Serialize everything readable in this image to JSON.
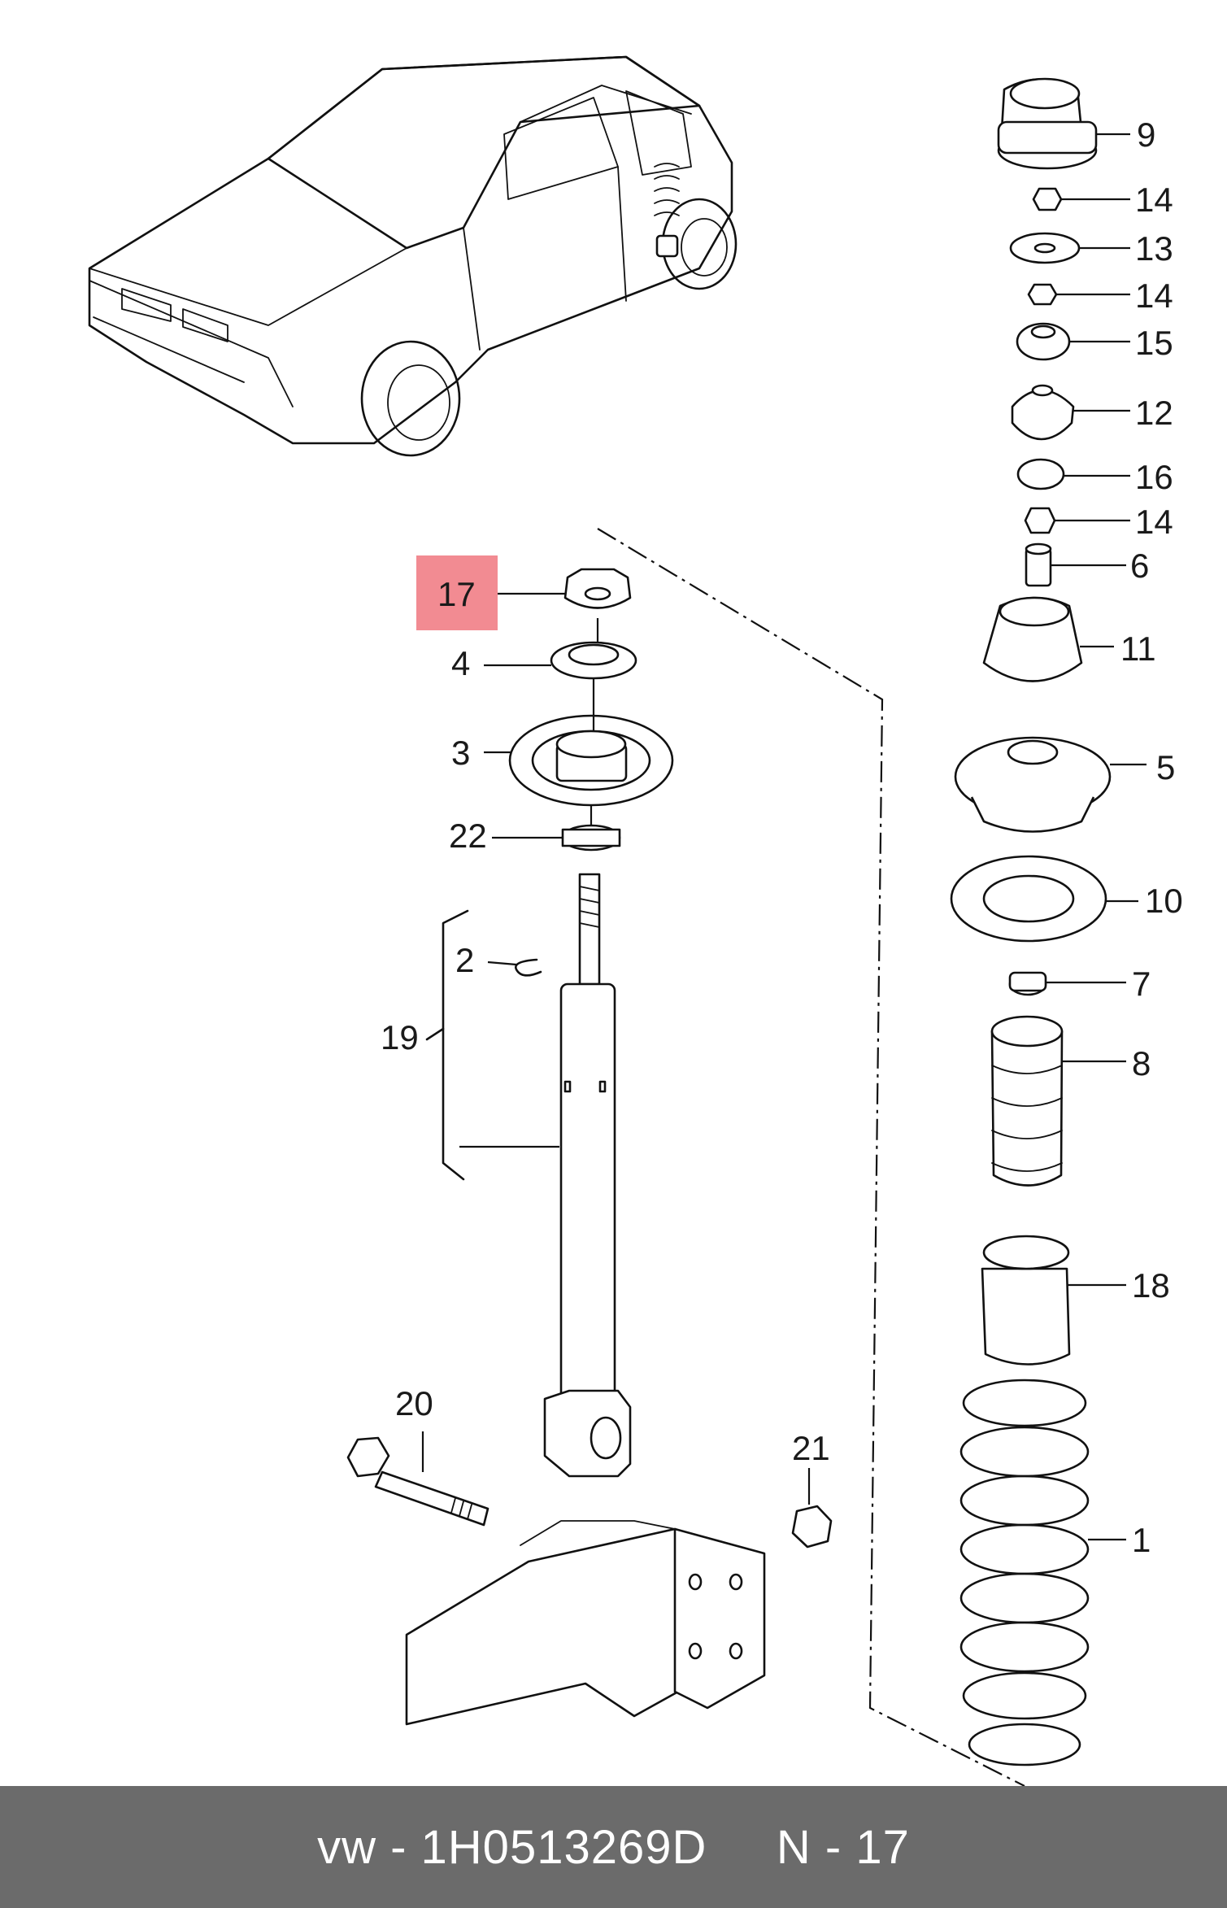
{
  "callouts": {
    "c9": "9",
    "c14a": "14",
    "c13": "13",
    "c14b": "14",
    "c15": "15",
    "c12": "12",
    "c16": "16",
    "c14c": "14",
    "c6": "6",
    "c11": "11",
    "c5": "5",
    "c10": "10",
    "c7": "7",
    "c8": "8",
    "c18": "18",
    "c1": "1",
    "c17": "17",
    "c4": "4",
    "c3": "3",
    "c22": "22",
    "c2": "2",
    "c19": "19",
    "c20": "20",
    "c21": "21"
  },
  "highlighted_part": "17",
  "colors": {
    "highlight": "#f28b92",
    "footer_bg": "#6b6b6b",
    "footer_text": "#ffffff",
    "line": "#111111"
  },
  "footer": {
    "text": "vw - 1H0513269D     N - 17"
  }
}
